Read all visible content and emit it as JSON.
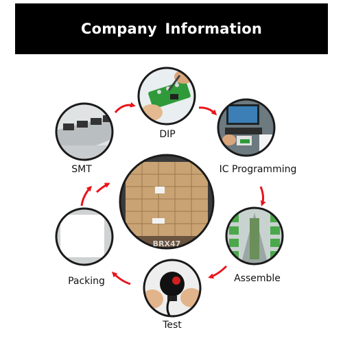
{
  "header": {
    "title": "Company Information"
  },
  "process": {
    "steps": [
      {
        "label": "DIP",
        "icon": "soldering-photo-icon"
      },
      {
        "label": "IC Programming",
        "icon": "laptop-programming-photo-icon"
      },
      {
        "label": "Assemble",
        "icon": "assembly-line-photo-icon"
      },
      {
        "label": "Test",
        "icon": "handheld-device-test-photo-icon"
      },
      {
        "label": "Packing",
        "icon": "white-box-photo-icon"
      },
      {
        "label": "SMT",
        "icon": "smt-machine-photo-icon"
      }
    ],
    "center": {
      "icon": "stacked-cartons-photo-icon",
      "carton_text": "BRX47"
    }
  },
  "colors": {
    "banner_background": "#000000",
    "banner_text": "#ffffff",
    "circle_border": "#1a1a1a",
    "arrow": "#e8141b",
    "label_text": "#111111"
  }
}
